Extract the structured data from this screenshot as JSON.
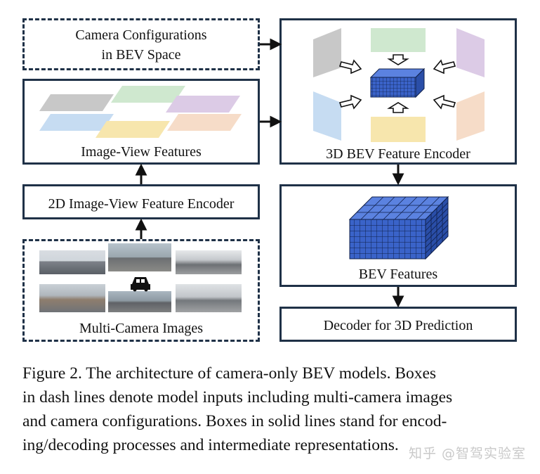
{
  "diagram": {
    "camera_config": {
      "line1": "Camera Configurations",
      "line2": "in BEV Space"
    },
    "image_view_features": "Image-View Features",
    "encoder_2d": "2D Image-View Feature Encoder",
    "multi_camera_images": "Multi-Camera Images",
    "bev_encoder_3d": "3D BEV Feature Encoder",
    "bev_features": "BEV Features",
    "decoder": "Decoder for 3D Prediction",
    "colors": {
      "border": "#1f3147",
      "cube": "#3a63c9",
      "cube_top": "#5b82e0",
      "cube_side": "#2a4ea8",
      "plane_gray": "#c8c8c8",
      "plane_green": "#cfe8cf",
      "plane_purple": "#dccbe6",
      "plane_blue": "#c6dcf2",
      "plane_yellow": "#f7e6ad",
      "plane_orange": "#f6dcc8"
    }
  },
  "caption": {
    "line1": "Figure 2.  The architecture of camera-only BEV models.  Boxes",
    "line2": "in dash lines denote model inputs including multi-camera images",
    "line3": "and camera configurations. Boxes in solid lines stand for encod-",
    "line4": "ing/decoding processes and intermediate representations."
  },
  "watermark": "知乎 @智驾实验室",
  "icons": {
    "car": "car-icon",
    "arrow": "arrow-icon"
  }
}
